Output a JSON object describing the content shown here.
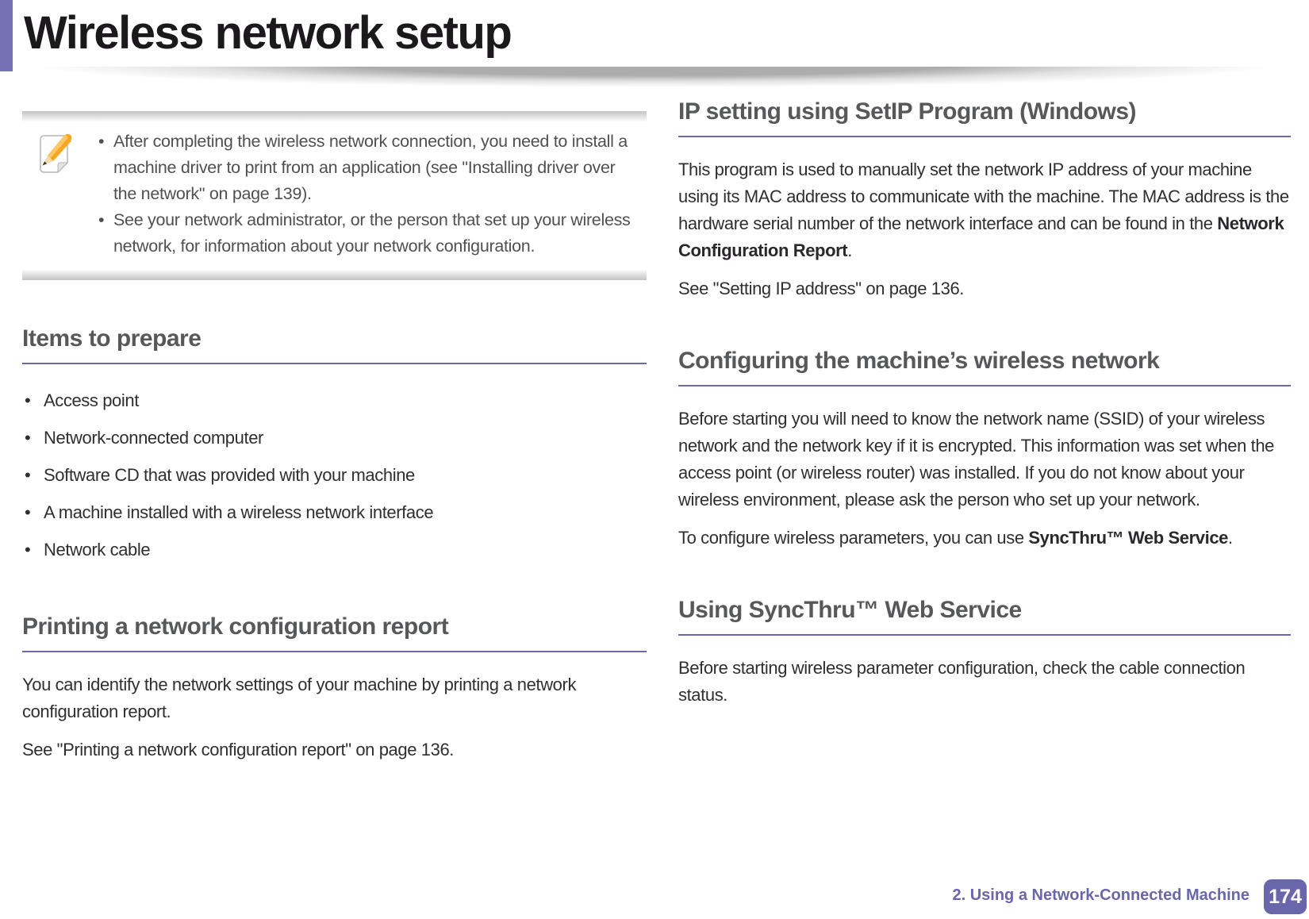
{
  "page": {
    "title": "Wireless network setup"
  },
  "colors": {
    "accent_purple": "#6a66ab",
    "heading_gray": "#57585a"
  },
  "note": {
    "icon": "note-pencil-icon",
    "bullets": [
      "After completing the wireless network connection, you need to install a machine driver to print from an application (see \"Installing driver over the network\" on page 139).",
      "See your network administrator, or the person that set up your wireless network, for information about your network configuration."
    ]
  },
  "sections": {
    "items_to_prepare": {
      "heading": "Items to prepare",
      "bullets": [
        "Access point",
        "Network-connected computer",
        "Software CD that was provided with your machine",
        "A machine installed with a wireless network interface",
        "Network cable"
      ]
    },
    "printing_report": {
      "heading": "Printing a network configuration report",
      "para1": "You can identify the network settings of your machine by printing a network configuration report.",
      "para2": "See \"Printing a network configuration report\" on page 136."
    },
    "ip_setting": {
      "heading": "IP setting using SetIP Program (Windows)",
      "para1_before_bold": "This program is used to manually set the network IP address of your machine using its MAC address to communicate with the machine. The MAC address is the hardware serial number of the network interface and can be found in the ",
      "para1_bold": "Network Configuration Report",
      "para1_after_bold": ".",
      "para2": "See \"Setting IP address\" on page 136."
    },
    "configuring_wireless": {
      "heading": "Configuring the machine’s wireless network",
      "para1": "Before starting you will need to know the network name (SSID) of your wireless network and the network key if it is encrypted. This information was set when the access point (or wireless router) was installed. If you do not know about your wireless environment, please ask the person who set up your network.",
      "para2_before_bold": "To configure wireless parameters, you can use ",
      "para2_bold": "SyncThru™ Web Service",
      "para2_after_bold": "."
    },
    "using_syncthru": {
      "heading": "Using SyncThru™ Web Service",
      "para1": "Before starting wireless parameter configuration, check the cable connection status."
    }
  },
  "footer": {
    "chapter": "2.  Using a Network-Connected Machine",
    "page_number": "174"
  }
}
